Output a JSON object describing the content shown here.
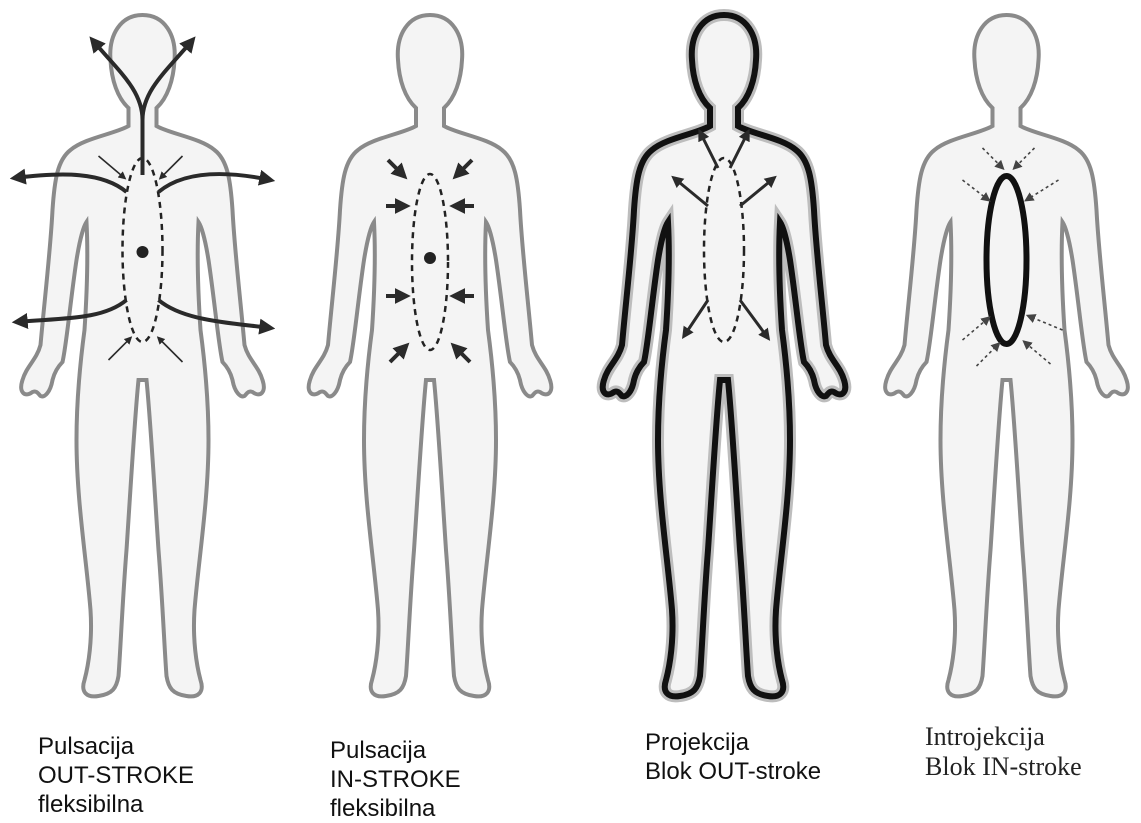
{
  "figures": [
    {
      "id": "pulsation-out",
      "caption": [
        "Pulsacija",
        "OUT-STROKE",
        "fleksibilna"
      ]
    },
    {
      "id": "pulsation-in",
      "caption": [
        "Pulsacija",
        "IN-STROKE",
        "fleksibilna"
      ]
    },
    {
      "id": "projection",
      "caption": [
        "Projekcija",
        "Blok OUT-stroke"
      ]
    },
    {
      "id": "introjection",
      "caption": [
        "Introjekcija",
        "Blok IN-stroke"
      ]
    }
  ],
  "colors": {
    "body_fill": "#f4f4f4",
    "body_outline": "#8a8a8a",
    "arrow": "#2a2a2a",
    "heavy_outline": "#111111"
  }
}
